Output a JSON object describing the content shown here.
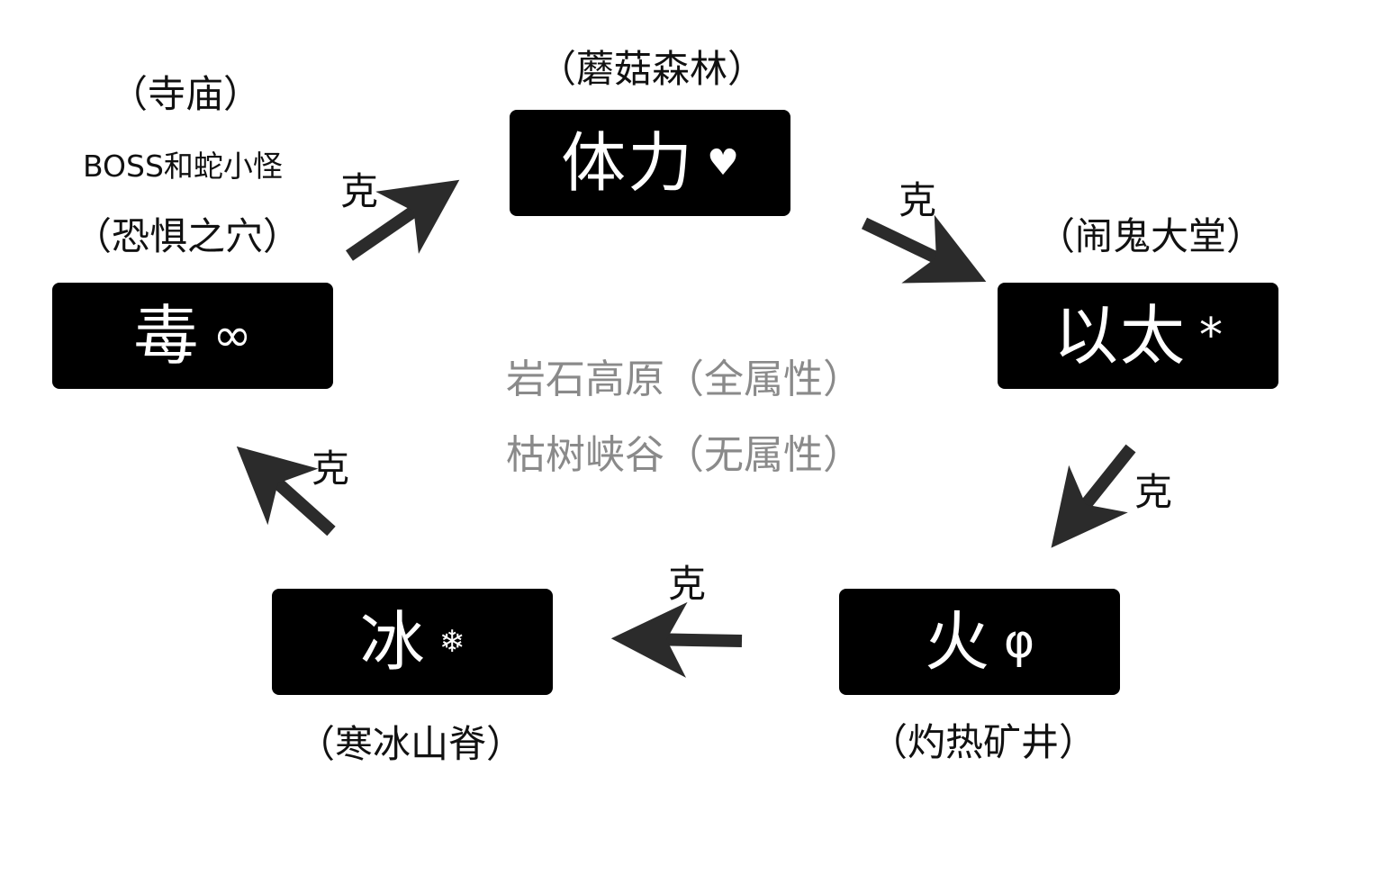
{
  "nodes": {
    "stamina": {
      "label": "体力",
      "symbol": "♥",
      "place": "（蘑菇森林）"
    },
    "ether": {
      "label": "以太",
      "symbol": "*",
      "place": "（闹鬼大堂）"
    },
    "fire": {
      "label": "火",
      "symbol": "φ",
      "place": "（灼热矿井）"
    },
    "ice": {
      "label": "冰",
      "symbol": "❄",
      "place": "（寒冰山脊）"
    },
    "poison": {
      "label": "毒",
      "symbol": "∞",
      "place": "（恐惧之穴）"
    }
  },
  "temple": {
    "place": "（寺庙）",
    "note": "BOSS和蛇小怪"
  },
  "relation_label": "克",
  "center": {
    "line1": "岩石高原（全属性）",
    "line2": "枯树峡谷（无属性）"
  },
  "colors": {
    "node_bg": "#000000",
    "node_text": "#ffffff",
    "arrow": "#2b2b2b",
    "center_text": "#8a8a8a"
  }
}
